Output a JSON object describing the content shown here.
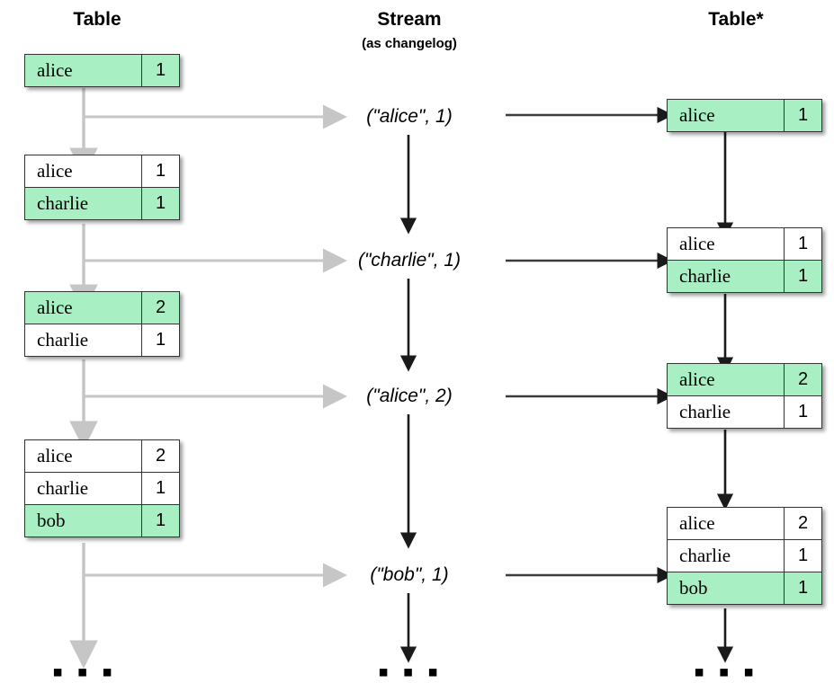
{
  "columns": {
    "left": {
      "title": "Table",
      "subtitle": ""
    },
    "middle": {
      "title": "Stream",
      "subtitle": "(as changelog)"
    },
    "right": {
      "title": "Table*",
      "subtitle": ""
    }
  },
  "colors": {
    "highlight": "#a8f0c4",
    "border": "#333333",
    "gray_arrow": "#c6c6c6",
    "black_arrow": "#3a3a3a",
    "text": "#000000",
    "background": "#ffffff"
  },
  "left_tables": [
    {
      "rows": [
        {
          "key": "alice",
          "value": "1",
          "highlight": true
        }
      ]
    },
    {
      "rows": [
        {
          "key": "alice",
          "value": "1",
          "highlight": false
        },
        {
          "key": "charlie",
          "value": "1",
          "highlight": true
        }
      ]
    },
    {
      "rows": [
        {
          "key": "alice",
          "value": "2",
          "highlight": true
        },
        {
          "key": "charlie",
          "value": "1",
          "highlight": false
        }
      ]
    },
    {
      "rows": [
        {
          "key": "alice",
          "value": "2",
          "highlight": false
        },
        {
          "key": "charlie",
          "value": "1",
          "highlight": false
        },
        {
          "key": "bob",
          "value": "1",
          "highlight": true
        }
      ]
    }
  ],
  "stream_records": [
    "(\"alice\", 1)",
    "(\"charlie\", 1)",
    "(\"alice\", 2)",
    "(\"bob\", 1)"
  ],
  "right_tables": [
    {
      "rows": [
        {
          "key": "alice",
          "value": "1",
          "highlight": true
        }
      ]
    },
    {
      "rows": [
        {
          "key": "alice",
          "value": "1",
          "highlight": false
        },
        {
          "key": "charlie",
          "value": "1",
          "highlight": true
        }
      ]
    },
    {
      "rows": [
        {
          "key": "alice",
          "value": "2",
          "highlight": true
        },
        {
          "key": "charlie",
          "value": "1",
          "highlight": false
        }
      ]
    },
    {
      "rows": [
        {
          "key": "alice",
          "value": "2",
          "highlight": false
        },
        {
          "key": "charlie",
          "value": "1",
          "highlight": false
        },
        {
          "key": "bob",
          "value": "1",
          "highlight": true
        }
      ]
    }
  ],
  "ellipses": {
    "left": "▪ ▪ ▪",
    "middle": "▪ ▪ ▪",
    "right": "▪ ▪ ▪"
  }
}
